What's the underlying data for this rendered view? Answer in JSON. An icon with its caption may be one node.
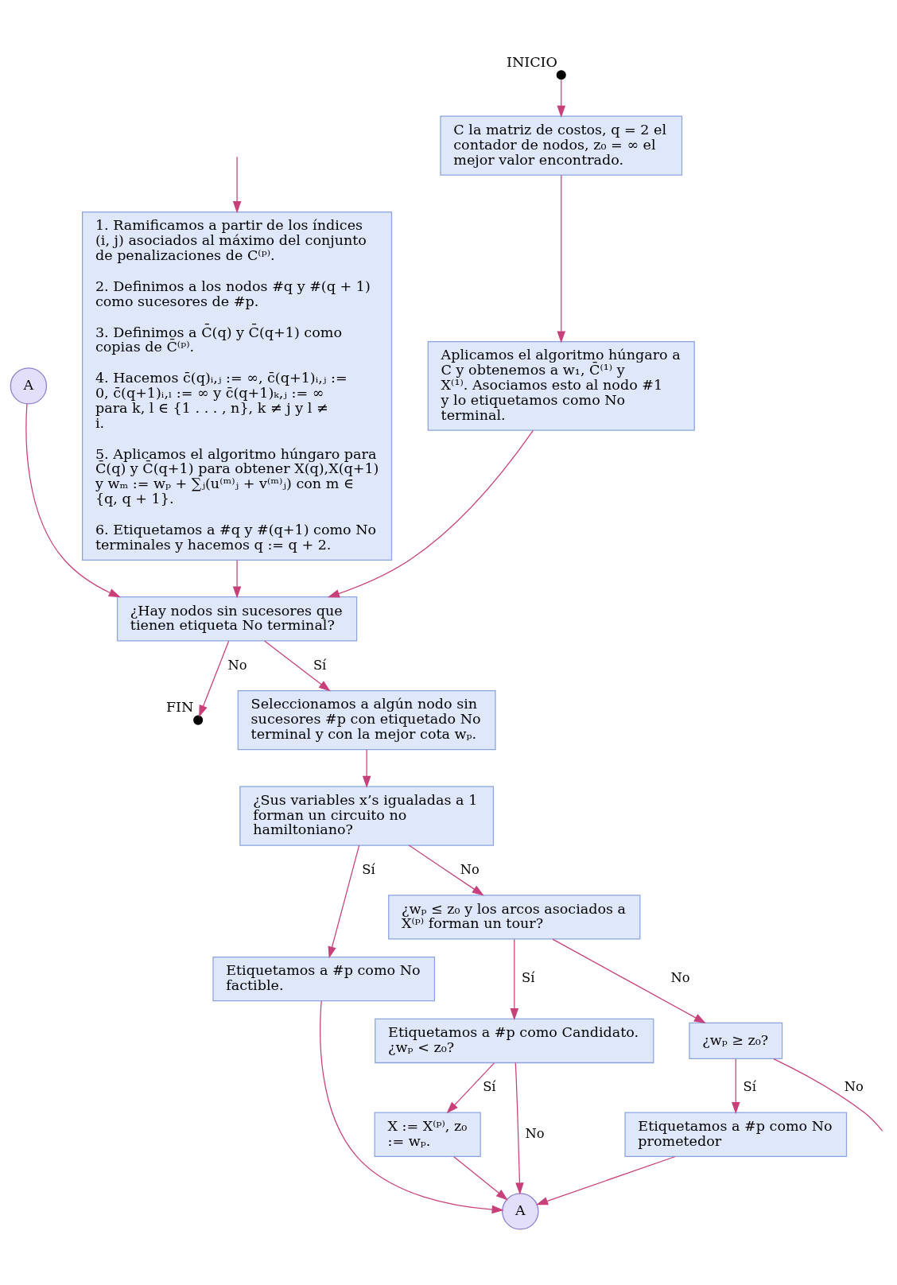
{
  "diagram": {
    "nodes": [
      {
        "text": [
          "C la matriz de costos, q = 2 el contador de nodos, z₀ = ∞ el mejor valor encontrado."
        ]
      },
      {
        "text": [],
        "shape": "circle",
        "beside": [
          "INICIO"
        ]
      },
      {
        "text": [
          "Aplicamos el algoritmo húngaro a C y obtenemos a w₁, C̄⁽¹⁾ y X⁽¹⁾. Asociamos esto al nodo #1 y lo etiquetamos como No terminal."
        ]
      },
      {
        "text": [
          "A"
        ]
      },
      {
        "text": [
          "¿Hay nodos sin sucesores que tienen etiqueta No terminal?"
        ]
      },
      {
        "text": [],
        "shape": "circle",
        "beside": [
          "FIN"
        ]
      },
      {
        "text": [
          "Seleccionamos a algún nodo sin sucesores #p con etiquetado No terminal y con la mejor cota wₚ."
        ]
      },
      {
        "text": [
          "¿Sus variables x’s igualadas a 1 forman un circuito no hamiltoniano?"
        ]
      },
      {
        "text": [
          "Etiquetamos a #p como No factible."
        ]
      },
      {
        "text": [
          "¿wₚ ≤ z₀ y los arcos asociados a X⁽ᵖ⁾ forman un tour?"
        ]
      },
      {
        "text": [
          "Etiquetamos a #p como Candidato. ¿wₚ < z₀?"
        ]
      },
      {
        "text": [
          "X := X⁽ᵖ⁾, z₀ := wₚ."
        ]
      },
      {
        "text": [
          "¿wₚ ≥ z₀?"
        ]
      },
      {
        "text": [
          "A"
        ]
      },
      {
        "text": [
          "Etiquetamos a #p como No prometedor"
        ]
      },
      {
        "text": [
          "1. Ramificamos a partir de los índices (i, j) asociados al máximo del conjunto de penalizaciones de C⁽ᵖ⁾.",
          "2. Definimos a los nodos #q y #(q + 1) como sucesores de #p.",
          "3. Definimos a C̄(q) y C̄(q+1) como copias de C̄⁽ᵖ⁾.",
          "4. Hacemos c̄(q)ᵢ,ⱼ := ∞, c̄(q+1)ᵢ,ⱼ := 0, c̄(q+1)ᵢ,ₗ := ∞ y c̄(q+1)ₖ,ⱼ := ∞ para k, l ∈ {1 . . . , n}, k ≠ j y l ≠ i.",
          "5. Aplicamos el algoritmo húngaro para C̄(q) y C̄(q+1) para obtener X(q),X(q+1) y wₘ := wₚ + ∑ⱼ(u⁽ᵐ⁾ⱼ + v⁽ᵐ⁾ⱼ) con m ∈ {q, q + 1}.",
          "6. Etiquetamos a #q y #(q+1) como No terminales y hacemos q := q + 2."
        ]
      }
    ],
    "edges": [
      {
        "from": 1,
        "to": 0,
        "arrow": "to"
      },
      {
        "from": 0,
        "to": 2,
        "arrow": "to"
      },
      {
        "from": 2,
        "to": 4,
        "arrow": "to"
      },
      {
        "from": 3,
        "to": 4,
        "arrow": "to"
      },
      {
        "from": 4,
        "to": 5,
        "arrow": "to",
        "label": "No"
      },
      {
        "from": 4,
        "to": 6,
        "arrow": "to",
        "label": "Sí"
      },
      {
        "from": 6,
        "to": 7,
        "arrow": "to"
      },
      {
        "from": 7,
        "to": 8,
        "arrow": "to",
        "label": "Sí"
      },
      {
        "from": 7,
        "to": 9,
        "arrow": "to",
        "label": "No"
      },
      {
        "from": 8,
        "to": 13,
        "arrow": "to"
      },
      {
        "from": 9,
        "to": 10,
        "arrow": "to",
        "label": "Sí"
      },
      {
        "from": 9,
        "to": 12,
        "arrow": "to",
        "label": "No"
      },
      {
        "from": 10,
        "to": 11,
        "arrow": "to",
        "label": "Sí"
      },
      {
        "from": 10,
        "to": 13,
        "arrow": "to",
        "label": "No"
      },
      {
        "from": 11,
        "to": 13,
        "arrow": "to"
      },
      {
        "from": 14,
        "to": 13,
        "arrow": "to"
      },
      {
        "from": 12,
        "to": 14,
        "arrow": "to",
        "label": "Sí"
      },
      {
        "from": 12,
        "to": null,
        "arrow": "none",
        "label": "No"
      },
      {
        "from": null,
        "to": 15,
        "arrow": "to"
      },
      {
        "from": 15,
        "to": 4,
        "arrow": "to"
      }
    ]
  }
}
